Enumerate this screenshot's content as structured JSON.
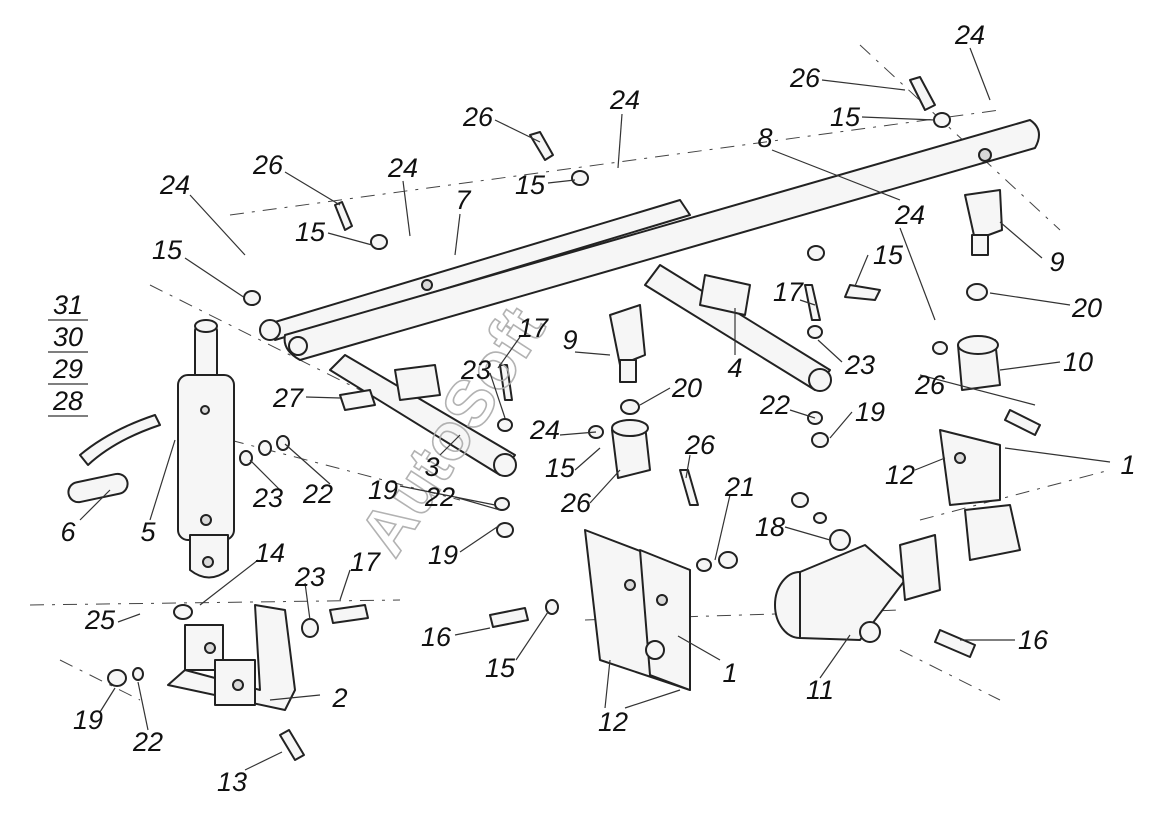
{
  "watermark": "AutoSoft",
  "side_list": [
    "31",
    "30",
    "29",
    "28"
  ],
  "callouts": [
    {
      "text": "24"
    },
    {
      "text": "26"
    },
    {
      "text": "15"
    },
    {
      "text": "26"
    },
    {
      "text": "24"
    },
    {
      "text": "8"
    },
    {
      "text": "26"
    },
    {
      "text": "15"
    },
    {
      "text": "26"
    },
    {
      "text": "24"
    },
    {
      "text": "15"
    },
    {
      "text": "7"
    },
    {
      "text": "24"
    },
    {
      "text": "24"
    },
    {
      "text": "15"
    },
    {
      "text": "9"
    },
    {
      "text": "15"
    },
    {
      "text": "17"
    },
    {
      "text": "20"
    },
    {
      "text": "17"
    },
    {
      "text": "9"
    },
    {
      "text": "23"
    },
    {
      "text": "10"
    },
    {
      "text": "23"
    },
    {
      "text": "4"
    },
    {
      "text": "20"
    },
    {
      "text": "27"
    },
    {
      "text": "26"
    },
    {
      "text": "22"
    },
    {
      "text": "19"
    },
    {
      "text": "24"
    },
    {
      "text": "3"
    },
    {
      "text": "15"
    },
    {
      "text": "12"
    },
    {
      "text": "1"
    },
    {
      "text": "23"
    },
    {
      "text": "22"
    },
    {
      "text": "19"
    },
    {
      "text": "22"
    },
    {
      "text": "26"
    },
    {
      "text": "21"
    },
    {
      "text": "6"
    },
    {
      "text": "5"
    },
    {
      "text": "10"
    },
    {
      "text": "18"
    },
    {
      "text": "19"
    },
    {
      "text": "14"
    },
    {
      "text": "23"
    },
    {
      "text": "17"
    },
    {
      "text": "25"
    },
    {
      "text": "16"
    },
    {
      "text": "16"
    },
    {
      "text": "2"
    },
    {
      "text": "15"
    },
    {
      "text": "1"
    },
    {
      "text": "11"
    },
    {
      "text": "19"
    },
    {
      "text": "22"
    },
    {
      "text": "12"
    },
    {
      "text": "13"
    }
  ]
}
